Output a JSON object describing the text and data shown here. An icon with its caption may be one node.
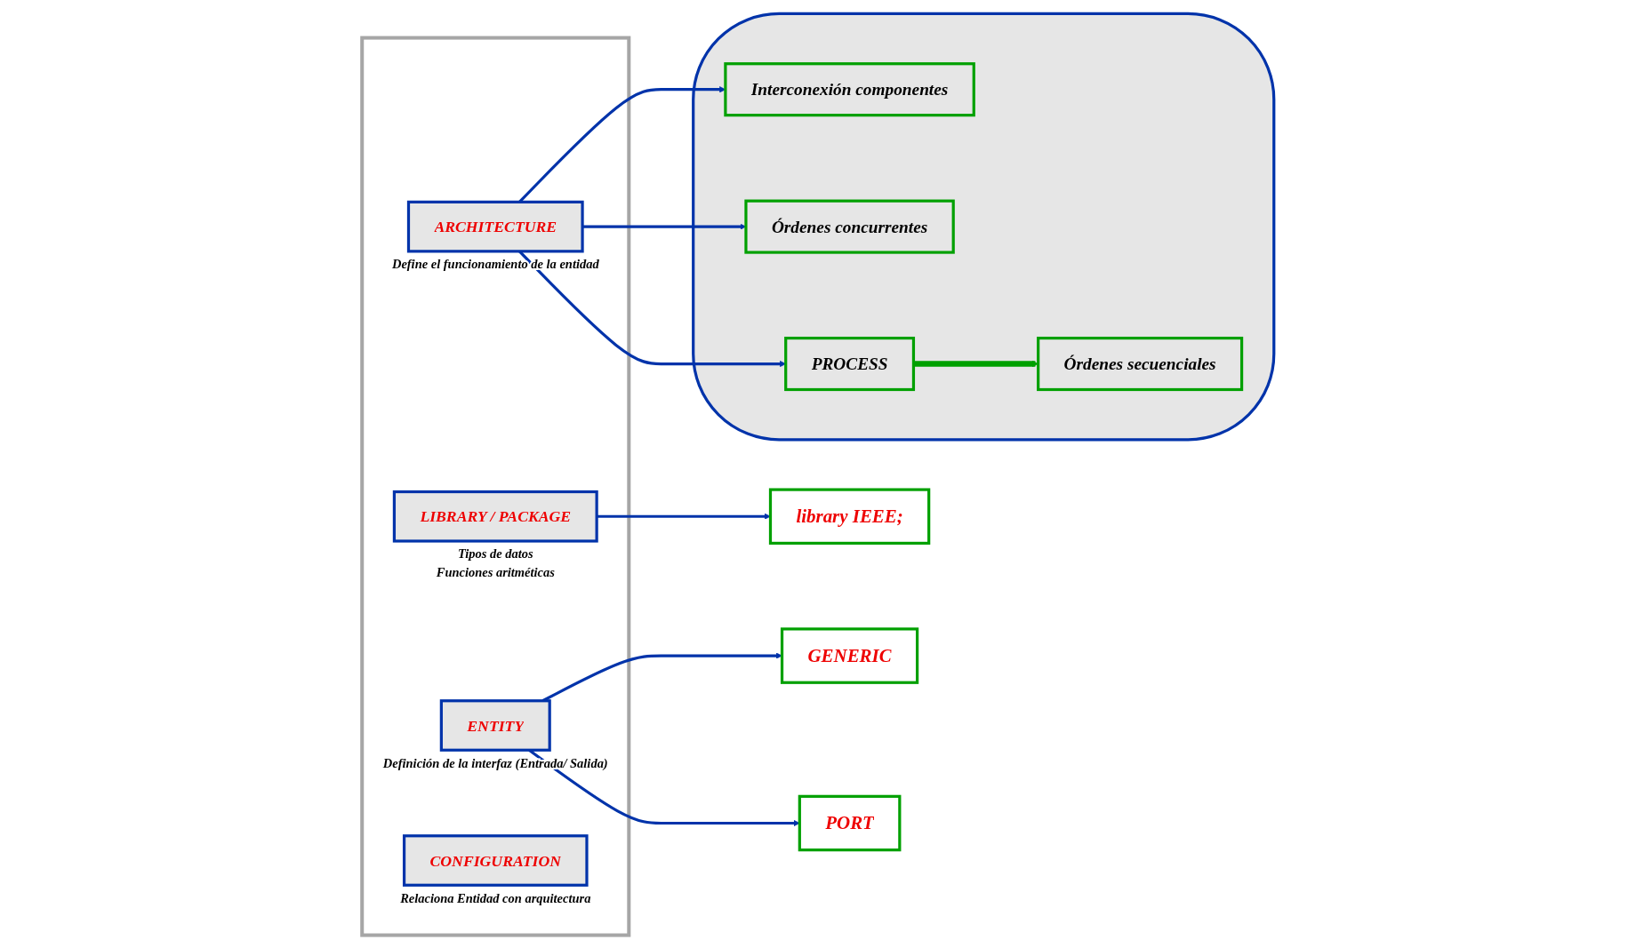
{
  "diagram": {
    "nodes": [
      {
        "text": [],
        "shape": "box"
      },
      {
        "text": [
          "LIBRARY / PACKAGE"
        ],
        "in": 0,
        "beside": [
          "Tipos de datos",
          "Funciones aritméticas"
        ]
      },
      {
        "text": [
          "ENTITY"
        ],
        "in": 0,
        "beside": [
          "Definición de la interfaz (Entrada/ Salida)"
        ]
      },
      {
        "text": [
          "ARCHITECTURE"
        ],
        "in": 0,
        "beside": [
          "Define el funcionamiento de la entidad"
        ]
      },
      {
        "text": [
          "CONFIGURATION"
        ],
        "in": 0,
        "beside": [
          "Relaciona Entidad con arquitectura"
        ]
      },
      {
        "text": [
          "library IEEE;"
        ]
      },
      {
        "text": [
          "GENERIC"
        ]
      },
      {
        "text": [
          "PORT"
        ]
      },
      {
        "text": [],
        "shape": "ellipse"
      },
      {
        "text": [
          "Interconexión componentes"
        ],
        "in": 8
      },
      {
        "text": [
          "Órdenes concurrentes"
        ],
        "in": 8
      },
      {
        "text": [
          "PROCESS"
        ],
        "in": 8
      },
      {
        "text": [
          "Órdenes secuenciales"
        ],
        "in": 8
      }
    ],
    "edges": [
      {
        "from": 1,
        "to": 5,
        "arrow": "to"
      },
      {
        "from": 2,
        "to": 6,
        "arrow": "to"
      },
      {
        "from": 2,
        "to": 7,
        "arrow": "to"
      },
      {
        "from": 3,
        "to": 9,
        "arrow": "to"
      },
      {
        "from": 3,
        "to": 10,
        "arrow": "to"
      },
      {
        "from": 3,
        "to": 11,
        "arrow": "to"
      },
      {
        "from": 11,
        "to": 12,
        "arrow": "to",
        "style": "thick",
        "color": "#00a000"
      }
    ]
  }
}
